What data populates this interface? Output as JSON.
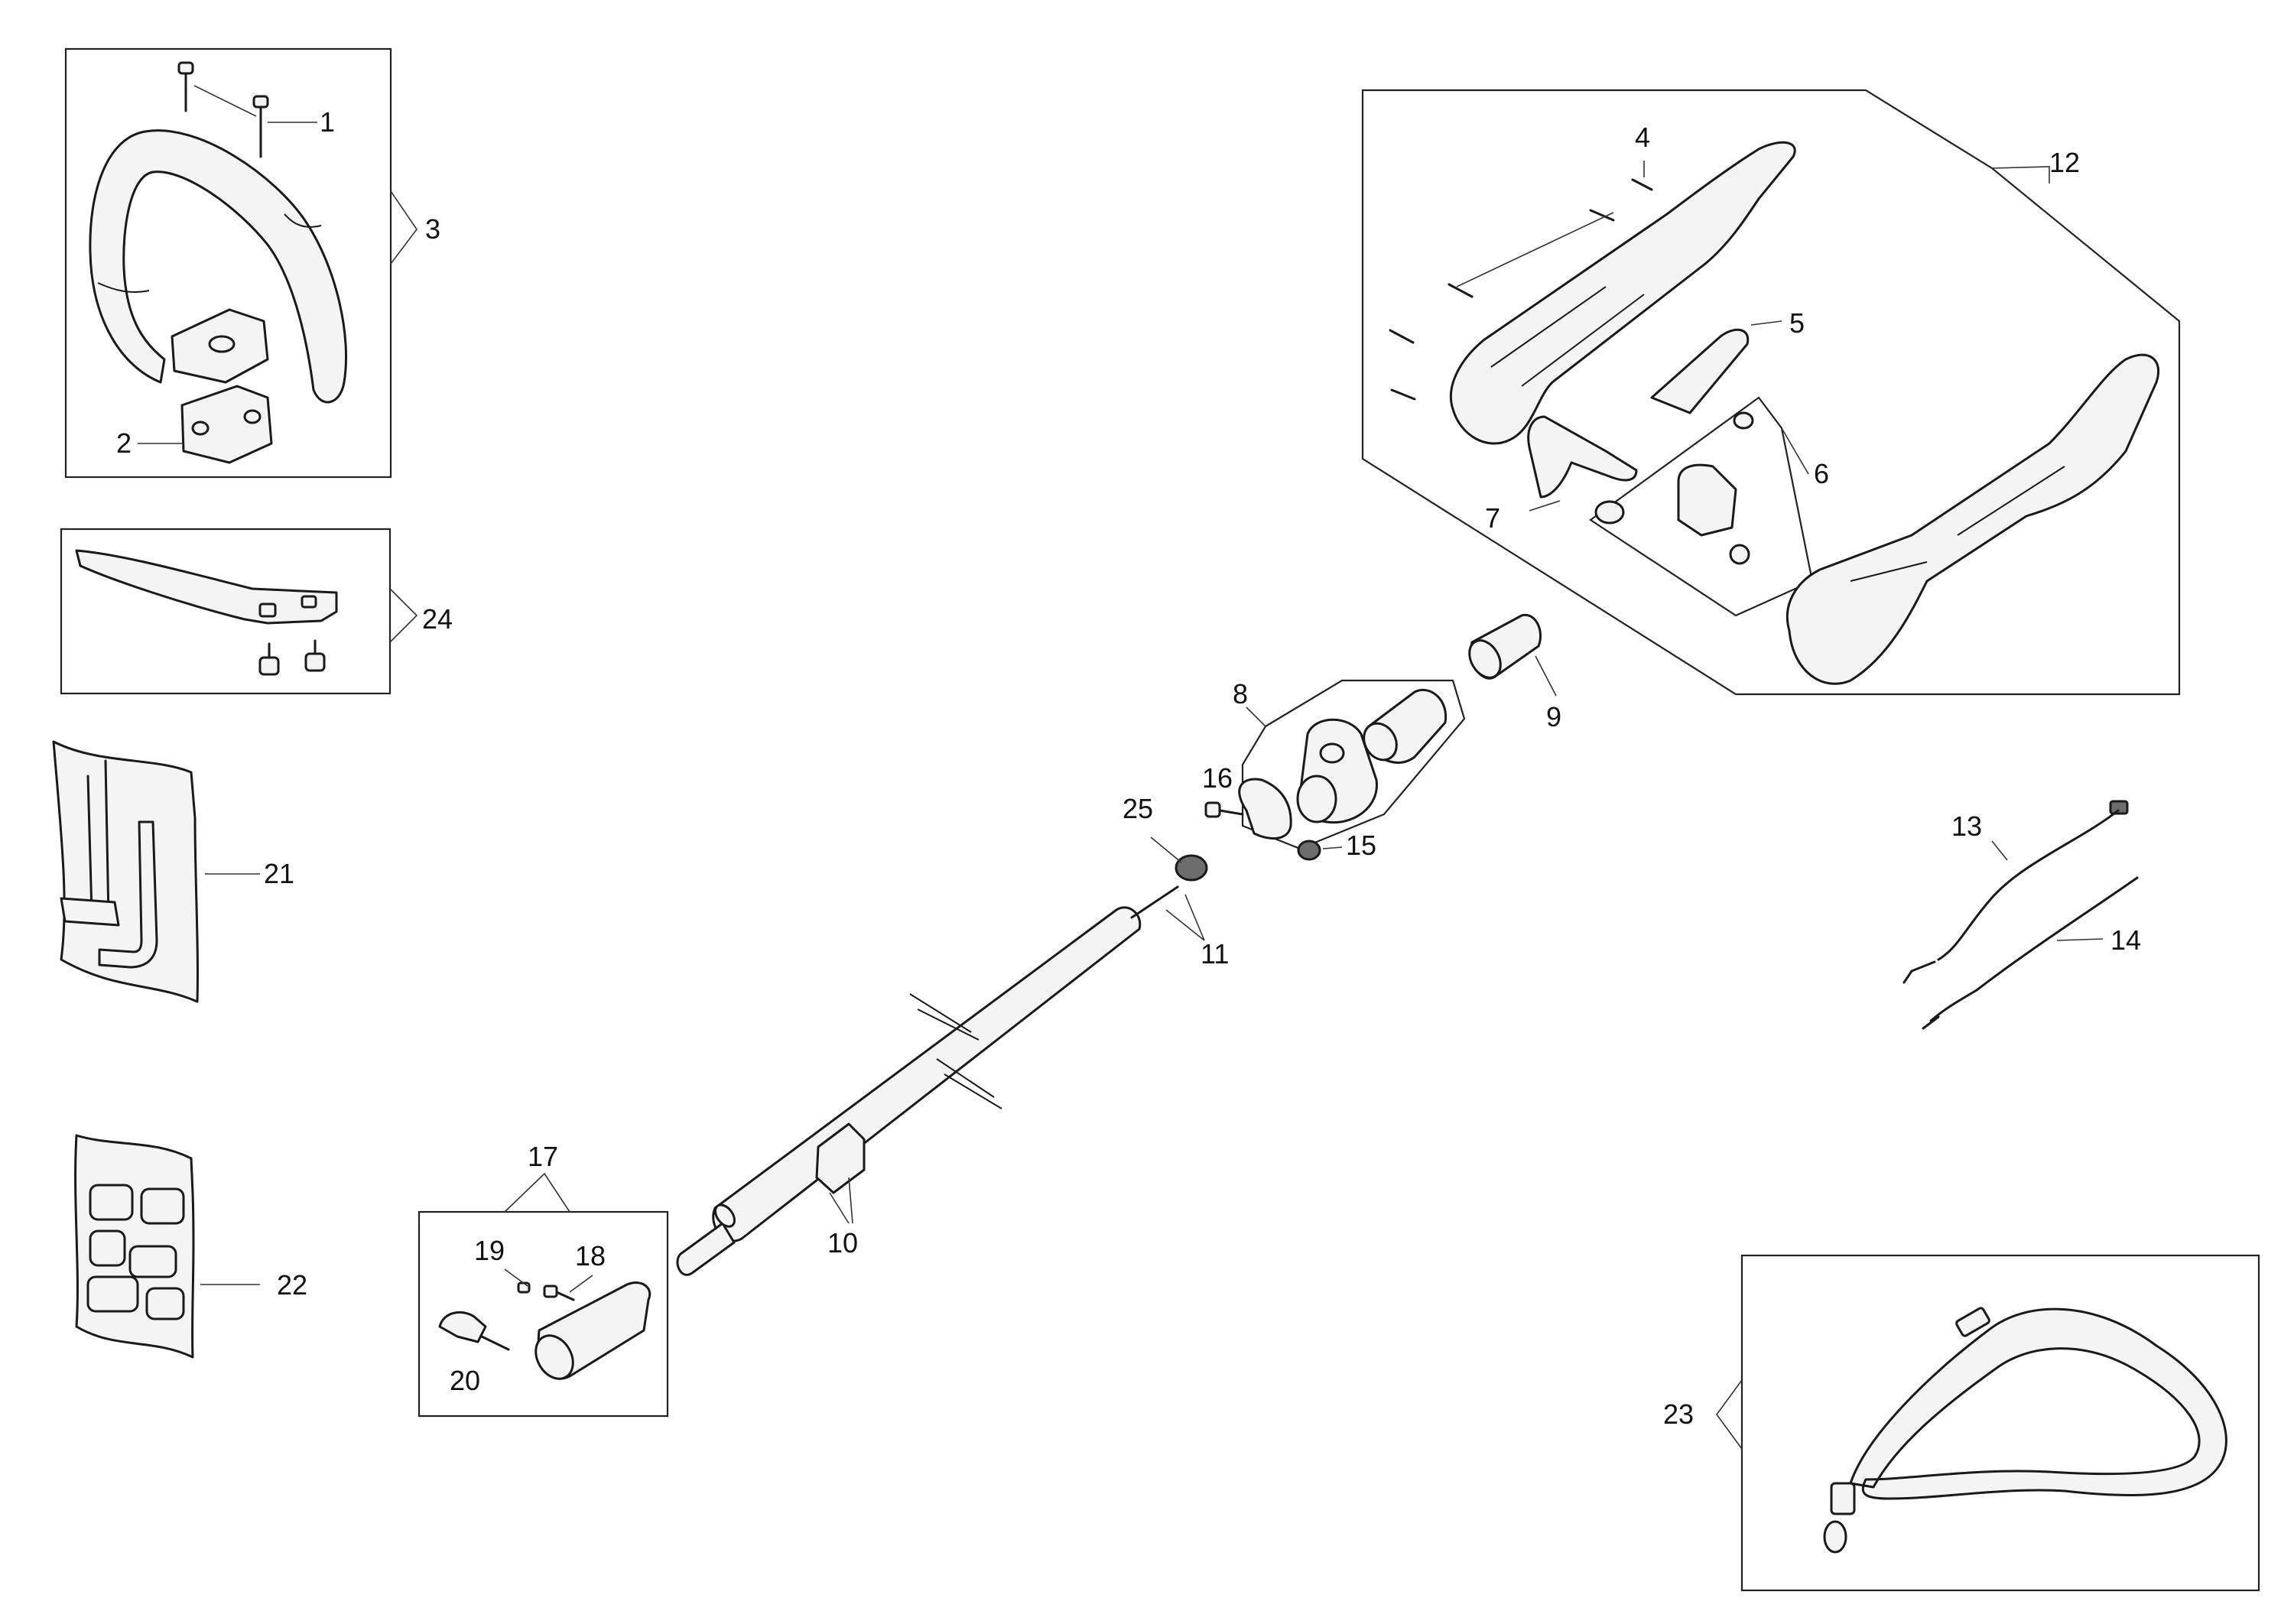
{
  "callouts": {
    "c1": "1",
    "c2": "2",
    "c3": "3",
    "c4": "4",
    "c5": "5",
    "c6": "6",
    "c7": "7",
    "c8": "8",
    "c9": "9",
    "c10": "10",
    "c11": "11",
    "c12": "12",
    "c13": "13",
    "c14": "14",
    "c15": "15",
    "c16": "16",
    "c17": "17",
    "c18": "18",
    "c19": "19",
    "c20": "20",
    "c21": "21",
    "c22": "22",
    "c23": "23",
    "c24": "24",
    "c25": "25"
  },
  "colors": {
    "stroke": "#1a1a1a",
    "fill_light": "#f4f4f4",
    "fill_dark": "#6d6d6d",
    "background": "#ffffff"
  }
}
